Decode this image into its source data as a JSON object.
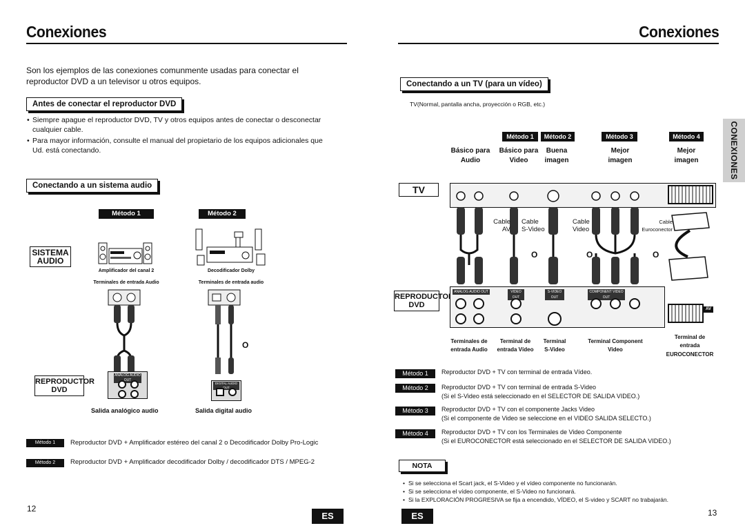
{
  "left": {
    "title": "Conexiones",
    "intro": "Son los ejemplos de las conexiones comunmente usadas para conectar el reproductor DVD a un televisor u otros equipos.",
    "section1": "Antes de conectar el reproductor DVD",
    "bullet1": "Siempre apague el reproductor DVD, TV y otros equipos antes de conectar o desconectar cualquier cable.",
    "bullet2": "Para mayor información, consulte el manual del propietario de los equipos adicionales que Ud. está conectando.",
    "section2": "Conectando a un sistema audio",
    "metodo1": "Método 1",
    "metodo2": "Método 2",
    "sistema_audio": "SISTEMA AUDIO",
    "amp_label": "Amplificador del canal 2",
    "amp_terminals": "Terminales de entrada Audio",
    "dolby_label": "Decodificador Dolby",
    "dolby_terminals": "Terminales de entrada audio",
    "o": "O",
    "reproductor_dvd": "REPRODUCTOR DVD",
    "analog_out": "ANALOG AUDIO OUT",
    "digital_out": "DIGITAL AUDIO OUT",
    "out_analog": "Salida analógico audio",
    "out_digital": "Salida digital audio",
    "note1_tag": "Método 1",
    "note1": "Reproductor DVD + Amplificador estéreo del canal 2 o Decodificador Dolby Pro-Logic",
    "note2_tag": "Método 2",
    "note2": "Reproductor DVD + Amplificador decodificador Dolby / decodificador DTS / MPEG-2",
    "page": "12",
    "es": "ES"
  },
  "right": {
    "title": "Conexiones",
    "section": "Conectando a un TV (para un vídeo)",
    "sub": "TV(Normal, pantalla ancha, proyección o RGB, etc.)",
    "side_tab": "CONEXIONES",
    "methods": [
      "Método 1",
      "Método 2",
      "Método 3",
      "Método 4"
    ],
    "col1": "Básico para Audio",
    "col2": "Básico para Video",
    "col3": "Buena imagen",
    "col4": "Mejor imagen",
    "col5": "Mejor imagen",
    "tv": "TV",
    "cable_av": "Cable AV",
    "cable_svideo": "Cable S-Video",
    "cable_video": "Cable Video",
    "cable_euro": "Cable Euroconector",
    "o": "O",
    "reproductor_dvd": "REPRODUCTOR DVD",
    "analog_out": "ANALOG AUDIO OUT",
    "video_out": "VIDEO OUT",
    "svideo_out": "S-VIDEO OUT",
    "component_out": "COMPONENT VIDEO OUT",
    "av": "AV",
    "term1": "Terminales de entrada Audio",
    "term2": "Terminal de entrada Vídeo",
    "term3": "Terminal S-Video",
    "term4": "Terminal Component Video",
    "term5a": "Terminal de entrada",
    "term5b": "EUROCONECTOR",
    "notes": [
      {
        "tag": "Método 1",
        "lines": [
          "Reproductor DVD + TV con terminal de entrada Vídeo."
        ]
      },
      {
        "tag": "Método 2",
        "lines": [
          "Reproductor DVD + TV con terminal de entrada S-Video",
          "(Si el S-Video está seleccionado en el SELECTOR DE SALIDA VIDEO.)"
        ]
      },
      {
        "tag": "Método 3",
        "lines": [
          "Reproductor DVD + TV con el componente Jacks Video",
          "(Si el componente de Video se seleccione en el VIDEO SALIDA SELECTO.)"
        ]
      },
      {
        "tag": "Método 4",
        "lines": [
          "Reproductor DVD + TV con los Terminales de Video Componente",
          "(Si el EUROCONECTOR está seleccionado en el SELECTOR DE SALIDA VIDEO.)"
        ]
      }
    ],
    "nota": "NOTA",
    "nota_items": [
      "Si se selecciona el Scart jack, el S-Video y el vídeo componente no funcionarán.",
      "Si se selecciona el vídeo componente, el S-Video no funcionará.",
      "Si la EXPLORACIÓN PROGRESIVA se fija a encendido, VÍDEO, el S-video y SCART no trabajarán."
    ],
    "page": "13",
    "es": "ES"
  }
}
